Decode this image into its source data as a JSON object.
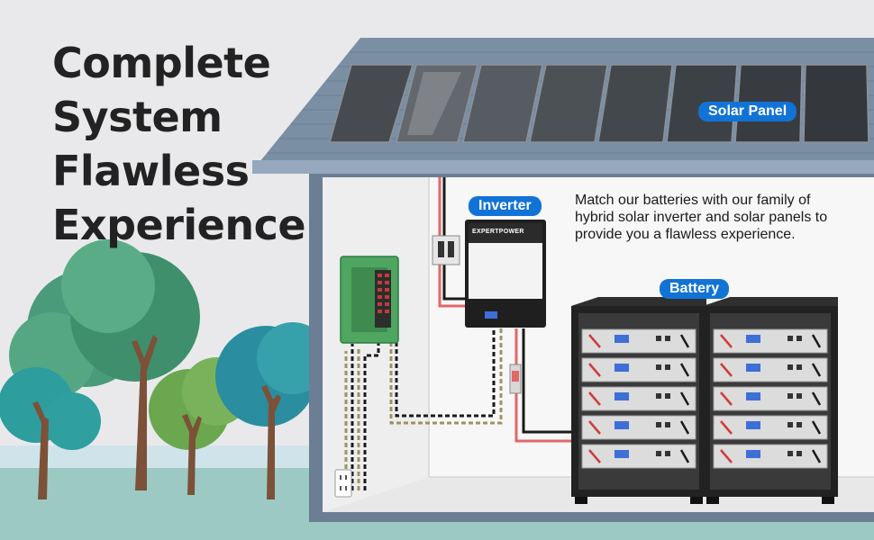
{
  "headline": [
    "Complete",
    "System",
    "Flawless",
    "Experience"
  ],
  "labels": {
    "solar_panel": "Solar Panel",
    "inverter": "Inverter",
    "battery": "Battery"
  },
  "description": "Match our batteries with our family of hybrid solar inverter and solar panels to provide you a flawless experience.",
  "inverter_brand": "EXPERTPOWER",
  "colors": {
    "label_bg": "#1273d6",
    "positive_wire": "#e26767",
    "negative_wire": "#1a1a1a",
    "ac_wire": "#9c9363",
    "breaker_box": "#4ea660",
    "roof": "#6f859c"
  }
}
